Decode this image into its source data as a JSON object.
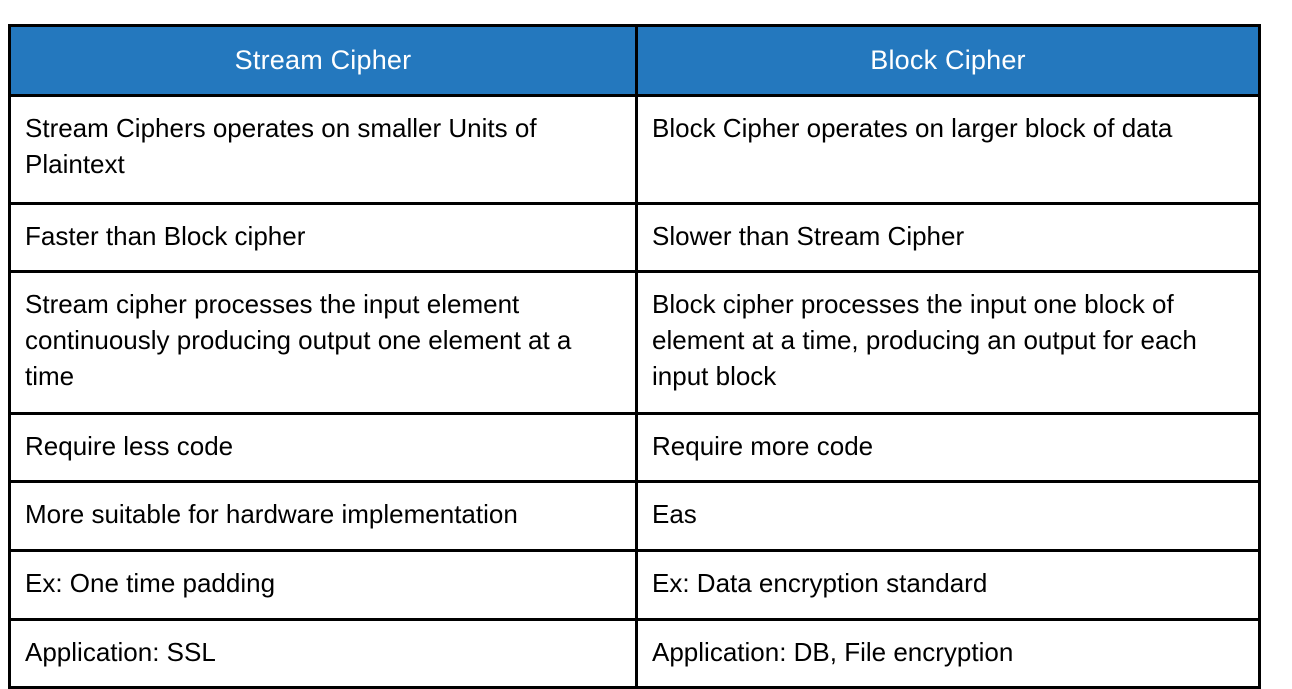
{
  "table": {
    "name": "stream-cipher-vs-block-cipher-comparison",
    "header": {
      "background_color": "#2478BE",
      "text_color": "#FFFFFF",
      "columns": [
        {
          "label": "Stream Cipher"
        },
        {
          "label": "Block Cipher"
        }
      ]
    },
    "border_color": "#000000",
    "body_text_color": "#000000",
    "body_background": "#FFFFFF",
    "rows": [
      {
        "left": "Stream Ciphers operates on smaller Units of Plaintext",
        "right": "Block Cipher operates on larger block of data"
      },
      {
        "left": "Faster than Block cipher",
        "right": "Slower than Stream Cipher"
      },
      {
        "left": "Stream cipher processes the input element continuously producing output one element at a time",
        "right": "Block cipher processes the input one block of element at a time, producing an output for each input block"
      },
      {
        "left": "Require less code",
        "right": "Require more code"
      },
      {
        "left": "More suitable for hardware implementation",
        "right": "Eas"
      },
      {
        "left": "Ex: One time padding",
        "right": "Ex: Data encryption standard"
      },
      {
        "left": "Application: SSL",
        "right": "Application: DB, File encryption"
      }
    ]
  }
}
